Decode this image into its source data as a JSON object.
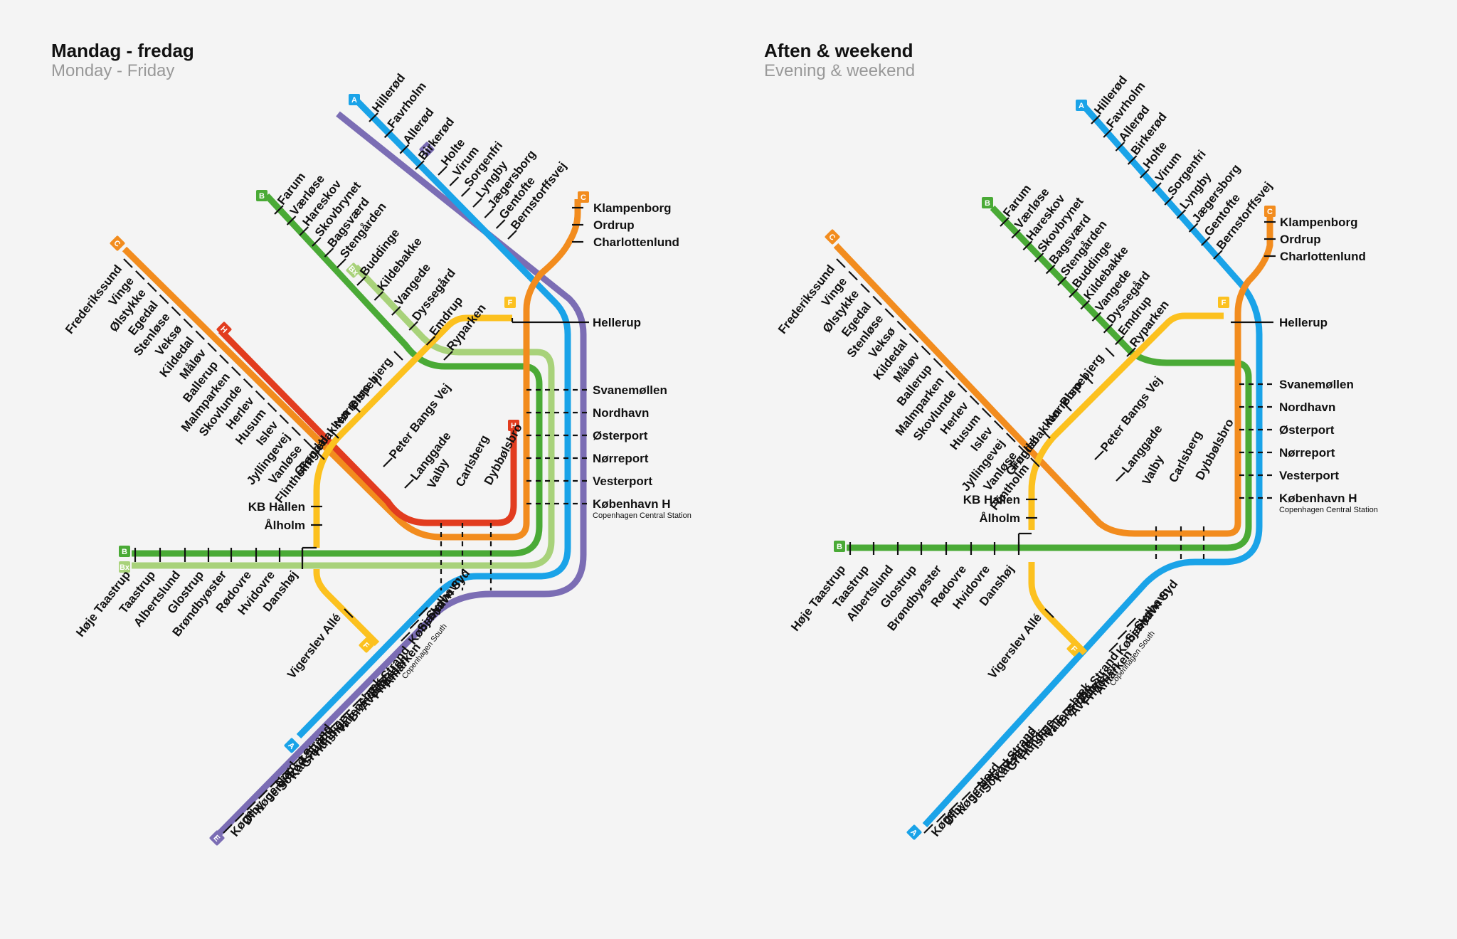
{
  "headings": {
    "weekday": {
      "title": "Mandag - fredag",
      "subtitle": "Monday - Friday"
    },
    "weekend": {
      "title": "Aften & weekend",
      "subtitle": "Evening & weekend"
    }
  },
  "lines": {
    "A": {
      "label": "A",
      "color": "#1aa3e8"
    },
    "B": {
      "label": "B",
      "color": "#4aaa36"
    },
    "Bx": {
      "label": "Bx",
      "color": "#a8d27a"
    },
    "C": {
      "label": "C",
      "color": "#f28c1e"
    },
    "E": {
      "label": "E",
      "color": "#7b6db4"
    },
    "F": {
      "label": "F",
      "color": "#fcc11f"
    },
    "H": {
      "label": "H",
      "color": "#e23c1f"
    }
  },
  "maps": {
    "weekday": {
      "central_stations": [
        "Hellerup",
        "Svanemøllen",
        "Nordhavn",
        "Østerport",
        "Nørreport",
        "Vesterport",
        "København H"
      ],
      "central_sub": "Copenhagen Central Station",
      "north_branch_A": [
        "Hillerød",
        "Favrholm",
        "Allerød",
        "Birkerød"
      ],
      "north_branch_E": [
        "Holte",
        "Virum",
        "Sorgenfri",
        "Lyngby",
        "Jægersborg",
        "Gentofte",
        "Bernstorffsvej"
      ],
      "coast_C": [
        "Klampenborg",
        "Ordrup",
        "Charlottenlund"
      ],
      "branch_B": [
        "Farum",
        "Værløse",
        "Hareskov",
        "Skovbrynet",
        "Bagsværd",
        "Stengården"
      ],
      "branch_Bx": [
        "Buddinge",
        "Kildebakke",
        "Vangede",
        "Dyssegård",
        "Emdrup",
        "Ryparken"
      ],
      "branch_C": [
        "Frederikssund",
        "Vinge",
        "Ølstykke",
        "Egedal",
        "Stenløse",
        "Veksø",
        "Kildedal",
        "Måløv",
        "Ballerup",
        "Malmparken",
        "Skovlunde",
        "Herlev",
        "Husum",
        "Islev",
        "Jyllingevej",
        "Vanløse",
        "Flintholm"
      ],
      "ring_F_north": [
        "Bispebjerg",
        "Nørrebro",
        "Fuglebakken",
        "Grøndal"
      ],
      "ring_F_west": [
        "KB Hallen",
        "Ålholm"
      ],
      "ring_F_south": [
        "Vigerslev Allé"
      ],
      "inner": [
        "Peter Bangs Vej",
        "Langgade"
      ],
      "valby": [
        "Dybbølsbro",
        "Carlsberg",
        "Valby"
      ],
      "west_B": [
        "Høje Taastrup",
        "Taastrup",
        "Albertslund",
        "Glostrup",
        "Brøndbyøster",
        "Rødovre",
        "Hvidovre",
        "Danshøj"
      ],
      "south_A": [
        "Sydhavn",
        "Sjælør",
        "København Syd"
      ],
      "south_sub": "Copenhagen South",
      "south_E": [
        "Åmarken",
        "Friheden",
        "Avedøre",
        "Brøndby Strand",
        "Vallensbæk",
        "Ishøj",
        "Hundige",
        "Greve",
        "Karlslunde",
        "Solrød Strand",
        "Jersie",
        "Køge Nord",
        "Ølby",
        "Køge"
      ]
    },
    "weekend": {
      "central_stations": [
        "Hellerup",
        "Svanemøllen",
        "Nordhavn",
        "Østerport",
        "Nørreport",
        "Vesterport",
        "København H"
      ],
      "central_sub": "Copenhagen Central Station",
      "north_A": [
        "Hillerød",
        "Favrholm",
        "Allerød",
        "Birkerød",
        "Holte",
        "Virum",
        "Sorgenfri",
        "Lyngby",
        "Jægersborg",
        "Gentofte",
        "Bernstorffsvej"
      ],
      "coast_C": [
        "Klampenborg",
        "Ordrup",
        "Charlottenlund"
      ],
      "branch_B": [
        "Farum",
        "Værløse",
        "Hareskov",
        "Skovbrynet",
        "Bagsværd",
        "Stengården",
        "Buddinge",
        "Kildebakke",
        "Vangede",
        "Dyssegård",
        "Emdrup",
        "Ryparken"
      ],
      "branch_C": [
        "Frederikssund",
        "Vinge",
        "Ølstykke",
        "Egedal",
        "Stenløse",
        "Veksø",
        "Kildedal",
        "Måløv",
        "Ballerup",
        "Malmparken",
        "Skovlunde",
        "Herlev",
        "Husum",
        "Islev",
        "Jyllingevej",
        "Vanløse",
        "Flintholm"
      ],
      "ring_F_north": [
        "Bispebjerg",
        "Nørrebro",
        "Fuglebakken",
        "Grøndal"
      ],
      "ring_F_west": [
        "KB Hallen",
        "Ålholm"
      ],
      "ring_F_south": [
        "Vigerslev Allé"
      ],
      "inner": [
        "Peter Bangs Vej",
        "Langgade"
      ],
      "valby": [
        "Dybbølsbro",
        "Carlsberg",
        "Valby"
      ],
      "west_B": [
        "Høje Taastrup",
        "Taastrup",
        "Albertslund",
        "Glostrup",
        "Brøndbyøster",
        "Rødovre",
        "Hvidovre",
        "Danshøj"
      ],
      "south_A": [
        "Sydhavn",
        "Sjælør",
        "København Syd"
      ],
      "south_sub": "Copenhagen South",
      "south_A2": [
        "Åmarken",
        "Friheden",
        "Avedøre",
        "Brøndby Strand",
        "Vallensbæk",
        "Ishøj",
        "Hundige",
        "Greve",
        "Karlslunde",
        "Solrød Strand",
        "Jersie",
        "Køge Nord",
        "Ølby",
        "Køge"
      ]
    }
  }
}
